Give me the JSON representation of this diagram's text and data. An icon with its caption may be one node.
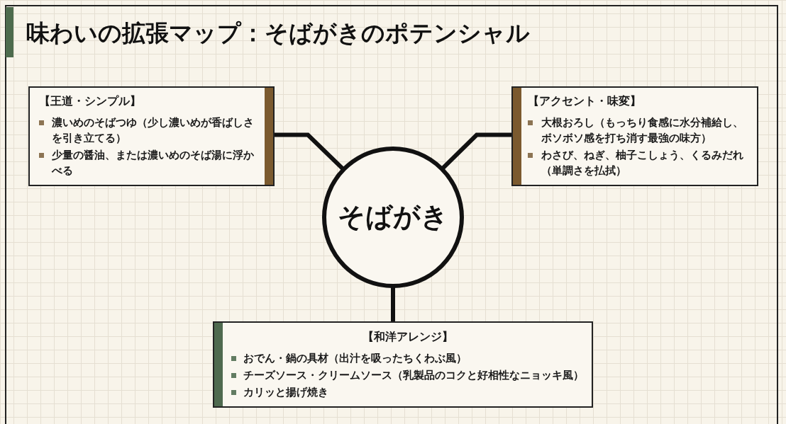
{
  "diagram": {
    "title": "味わいの拡張マップ：そばがきのポテンシャル",
    "nodes": [
      {
        "text": [
          "【王道・シンプル】",
          "濃いめのそばつゆ（少し濃いめが香ばしさを引き立てる）",
          "少量の醤油、または濃いめのそば湯に浮かべる"
        ]
      },
      {
        "text": [
          "【アクセント・味変】",
          "大根おろし（もっちり食感に水分補給し、ボソボソ感を打ち消す最強の味方）",
          "わさび、ねぎ、柚子こしょう、くるみだれ（単調さを払拭）"
        ]
      },
      {
        "text": [
          "そばがき"
        ]
      },
      {
        "text": [
          "【和洋アレンジ】",
          "おでん・鍋の具材（出汁を吸ったちくわぶ風）",
          "チーズソース・クリームソース（乳製品のコクと好相性なニョッキ風）",
          "カリッと揚げ焼き"
        ]
      }
    ],
    "edges": [
      {
        "from": 2,
        "to": 0,
        "arrow": "none"
      },
      {
        "from": 2,
        "to": 1,
        "arrow": "none"
      },
      {
        "from": 2,
        "to": 3,
        "arrow": "none"
      }
    ]
  }
}
